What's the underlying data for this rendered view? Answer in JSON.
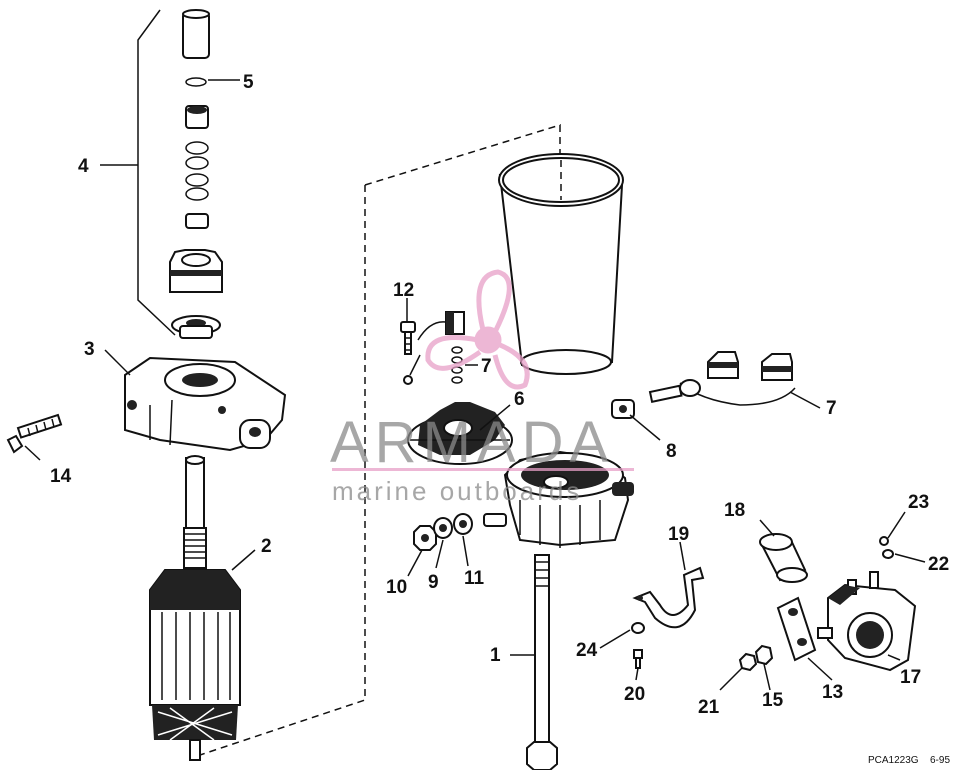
{
  "diagram": {
    "callouts": {
      "p1": "1",
      "p2": "2",
      "p3": "3",
      "p4": "4",
      "p5": "5",
      "p6": "6",
      "p7a": "7",
      "p7b": "7",
      "p8": "8",
      "p9": "9",
      "p10": "10",
      "p11": "11",
      "p12": "12",
      "p13": "13",
      "p14": "14",
      "p15": "15",
      "p17": "17",
      "p18": "18",
      "p19": "19",
      "p20": "20",
      "p21": "21",
      "p22": "22",
      "p23": "23",
      "p24": "24"
    },
    "drawing_code": "PCA1223G",
    "drawing_date": "6-95"
  },
  "watermark": {
    "brand": "ARMADA",
    "tagline": "marine outboards",
    "color": "#e8a0c8"
  }
}
